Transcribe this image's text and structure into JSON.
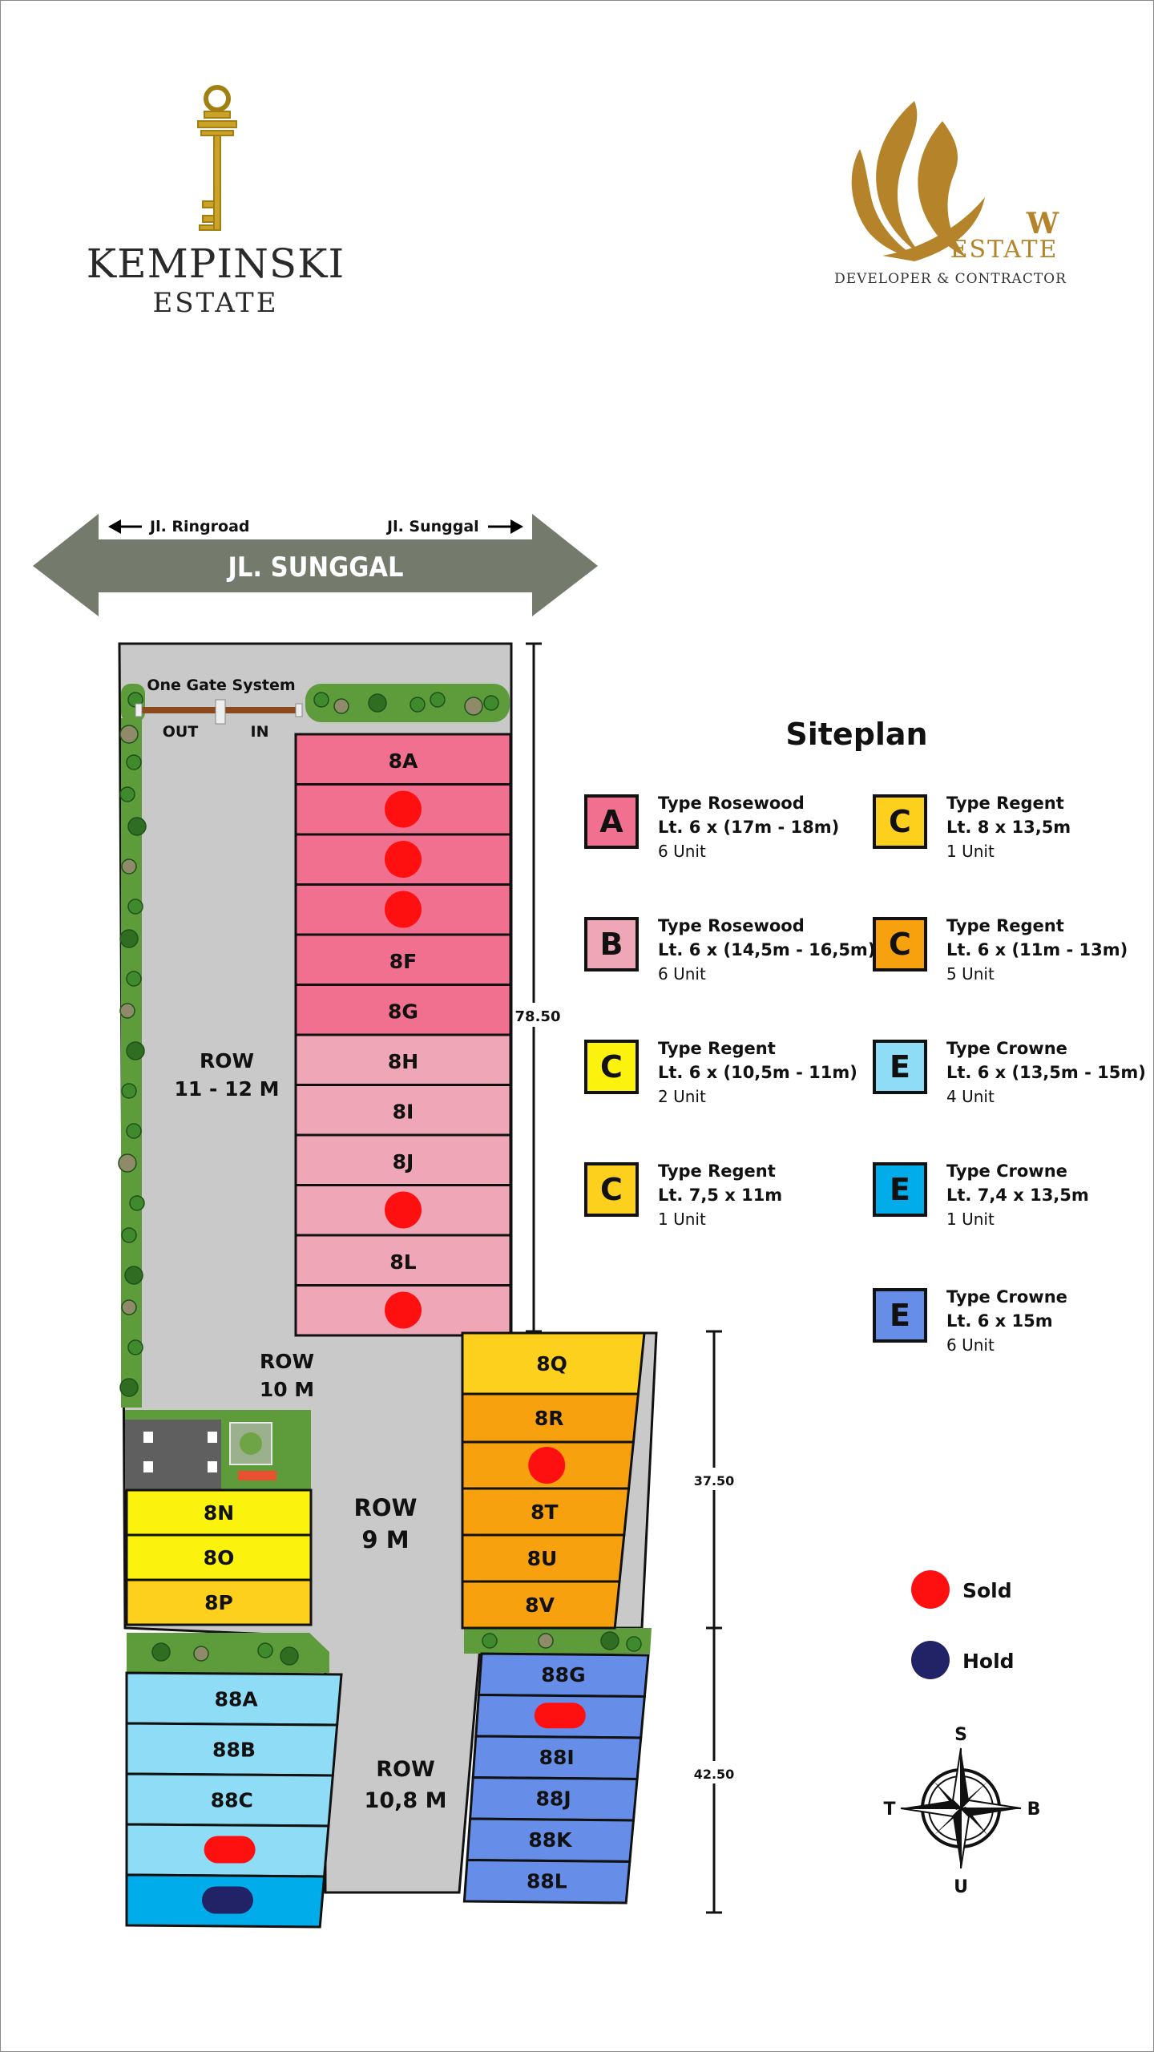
{
  "branding": {
    "left_brand": "KEMPINSKI",
    "left_sub": "ESTATE",
    "right_letter": "W",
    "right_brand": "ESTATE",
    "right_tag": "DEVELOPER & CONTRACTOR"
  },
  "road": {
    "name": "JL. SUNGGAL",
    "left_dir": "Jl. Ringroad",
    "right_dir": "Jl. Sunggal"
  },
  "site": {
    "gate": "One Gate System",
    "out_label": "OUT",
    "in_label": "IN",
    "row1_a": "ROW",
    "row1_b": "11 - 12 M",
    "row2_a": "ROW",
    "row2_b": "10 M",
    "row3_a": "ROW",
    "row3_b": "9 M",
    "row4_a": "ROW",
    "row4_b": "10,8 M",
    "dim1": "78.50",
    "dim2": "37.50",
    "dim3": "42.50"
  },
  "colors": {
    "type_a": "#f2708f",
    "type_b": "#efa7b8",
    "type_c1": "#fbf20d",
    "type_c2": "#fdd01e",
    "type_c3": "#f7a10e",
    "type_e1": "#8fdcf7",
    "type_e2": "#00adea",
    "type_e3": "#668de7",
    "road": "#c9c9c9",
    "green": "#5e9b3a",
    "sold": "#ff1010",
    "hold": "#222266",
    "road_band": "#747a6c"
  },
  "lots": {
    "col_a": [
      "8A",
      "",
      "",
      "",
      "8F",
      "8G",
      "8H",
      "8I",
      "8J",
      "",
      "8L",
      ""
    ],
    "col_a_sold": [
      false,
      true,
      true,
      true,
      false,
      false,
      false,
      false,
      false,
      true,
      false,
      true
    ],
    "col_q": [
      "8Q",
      "8R",
      "",
      "8T",
      "8U",
      "8V"
    ],
    "col_q_sold": [
      false,
      false,
      true,
      false,
      false,
      false
    ],
    "col_n": [
      "8N",
      "8O",
      "8P"
    ],
    "col_88a": [
      "88A",
      "88B",
      "88C",
      "",
      ""
    ],
    "col_88a_status": [
      "",
      "",
      "",
      "sold",
      "hold"
    ],
    "col_88g": [
      "88G",
      "",
      "88I",
      "88J",
      "88K",
      "88L"
    ],
    "col_88g_status": [
      "",
      "sold",
      "",
      "",
      "",
      ""
    ]
  },
  "legend": {
    "title": "Siteplan",
    "items": [
      {
        "letter": "A",
        "name": "Type Rosewood",
        "size": "Lt. 6  x (17m - 18m)",
        "units": "6 Unit",
        "color": "#f2708f"
      },
      {
        "letter": "C",
        "name": "Type Regent",
        "size": "Lt. 8 x 13,5m",
        "units": "1 Unit",
        "color": "#fdd01e"
      },
      {
        "letter": "B",
        "name": "Type Rosewood",
        "size": "Lt. 6 x (14,5m - 16,5m)",
        "units": "6 Unit",
        "color": "#efa7b8"
      },
      {
        "letter": "C",
        "name": "Type Regent",
        "size": "Lt. 6 x (11m - 13m)",
        "units": "5 Unit",
        "color": "#f7a10e"
      },
      {
        "letter": "C",
        "name": "Type Regent",
        "size": "Lt. 6 x (10,5m - 11m)",
        "units": "2 Unit",
        "color": "#fbf20d"
      },
      {
        "letter": "E",
        "name": "Type Crowne",
        "size": "Lt. 6 x (13,5m - 15m)",
        "units": "4 Unit",
        "color": "#8fdcf7"
      },
      {
        "letter": "C",
        "name": "Type Regent",
        "size": "Lt. 7,5 x 11m",
        "units": "1 Unit",
        "color": "#fdd01e"
      },
      {
        "letter": "E",
        "name": "Type Crowne",
        "size": "Lt. 7,4 x 13,5m",
        "units": "1 Unit",
        "color": "#00adea"
      },
      {
        "letter": "E",
        "name": "Type Crowne",
        "size": "Lt. 6 x 15m",
        "units": "6 Unit",
        "color": "#668de7"
      }
    ],
    "sold_label": "Sold",
    "hold_label": "Hold"
  },
  "compass": {
    "top": "S",
    "bottom": "U",
    "left": "T",
    "right": "B"
  }
}
